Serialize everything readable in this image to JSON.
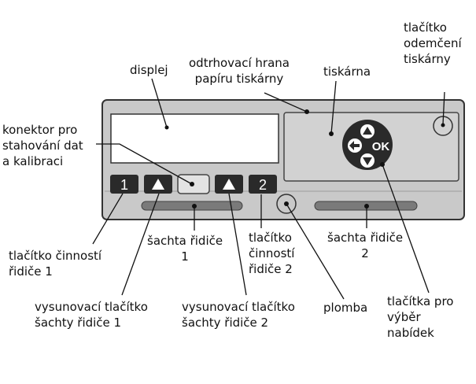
{
  "labels": {
    "display": "displej",
    "tear_edge": [
      "odtrhovací hrana",
      "papíru tiskárny"
    ],
    "printer": "tiskárna",
    "printer_unlock_button": [
      "tlačítko",
      "odemčení",
      "tiskárny"
    ],
    "data_connector": [
      "konektor pro",
      "stahování dat",
      "a kalibraci"
    ],
    "driver1_activity_button": [
      "tlačítko činností",
      "řidiče 1"
    ],
    "driver1_slot": [
      "šachta řidiče",
      "1"
    ],
    "driver2_activity_button": [
      "tlačítko",
      "činností",
      "řidiče 2"
    ],
    "driver2_slot": [
      "šachta řidiče",
      "2"
    ],
    "driver1_eject_button": [
      "vysunovací tlačítko",
      "šachty řidiče 1"
    ],
    "driver2_eject_button": [
      "vysunovací tlačítko",
      "šachty řidiče 2"
    ],
    "seal": "plomba",
    "menu_buttons": [
      "tlačítka pro",
      "výběr",
      "nabídek"
    ]
  },
  "device": {
    "button_1": "1",
    "button_2": "2",
    "ok_button": "OK"
  },
  "colors": {
    "housing": "#c9c9c9",
    "panel": "#d2d2d2",
    "dark_button": "#2a2a2a",
    "slot": "#7a7a7a",
    "outline": "#333333"
  }
}
